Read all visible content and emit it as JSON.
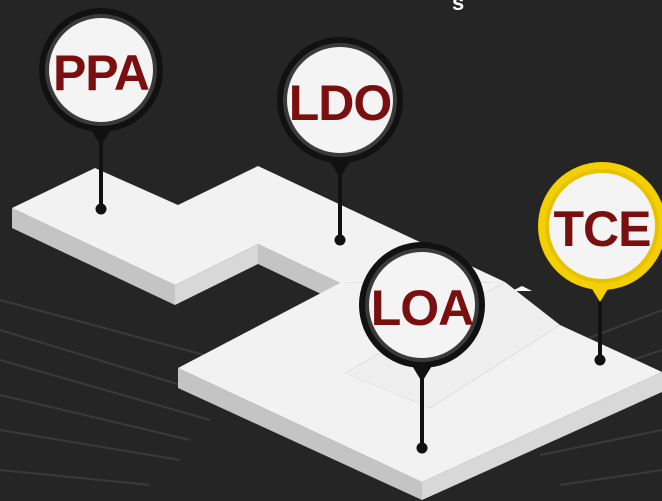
{
  "colors": {
    "background": "#252525",
    "path_top": "#f2f2f2",
    "path_side": "#c9c9c9",
    "pin_fill": "#f4f4f4",
    "pin_ring": "#111111",
    "pin_highlight_ring": "#f4d000",
    "label": "#7a0f0f"
  },
  "milestones": [
    {
      "label": "PPA",
      "highlighted": false
    },
    {
      "label": "LDO",
      "highlighted": false
    },
    {
      "label": "LOA",
      "highlighted": false
    },
    {
      "label": "TCE",
      "highlighted": true
    }
  ]
}
